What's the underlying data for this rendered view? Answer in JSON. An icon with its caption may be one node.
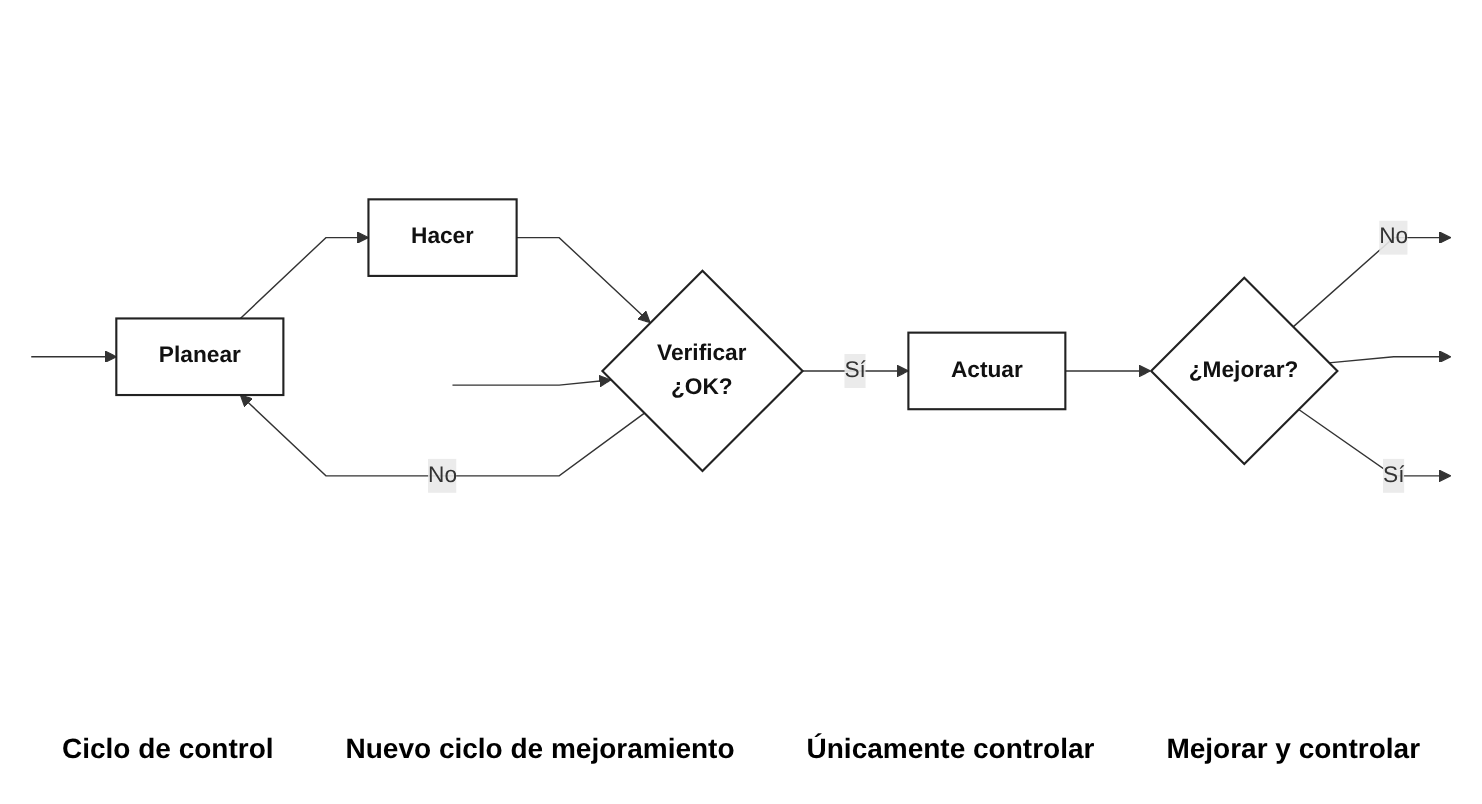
{
  "diagram": {
    "nodes": [
      {
        "text": [
          "Planear"
        ]
      },
      {
        "text": [
          "Hacer"
        ]
      },
      {
        "text": [
          "Verificar",
          "¿OK?"
        ]
      },
      {
        "text": [
          "Actuar"
        ]
      },
      {
        "text": [
          "¿Mejorar?"
        ]
      }
    ],
    "edges": [
      {
        "from": 0,
        "to": 1,
        "arrow": "to"
      },
      {
        "from": 1,
        "to": 2,
        "arrow": "to"
      },
      {
        "from": 2,
        "to": 3,
        "label": "Sí",
        "arrow": "to"
      },
      {
        "from": 2,
        "to": 0,
        "label": "No",
        "arrow": "to"
      },
      {
        "from": 3,
        "to": 4,
        "arrow": "to"
      },
      {
        "from": 4,
        "to": null,
        "label": "No",
        "arrow": "to"
      },
      {
        "from": null,
        "to": 2,
        "arrow": "to"
      },
      {
        "from": 4,
        "to": null,
        "arrow": "to"
      },
      {
        "from": 4,
        "to": null,
        "label": "Sí",
        "arrow": "to"
      },
      {
        "from": null,
        "to": 0,
        "arrow": "to"
      }
    ],
    "labels": [
      "Ciclo de control",
      "Nuevo ciclo de mejoramiento",
      "Únicamente controlar",
      "Mejorar y controlar"
    ]
  }
}
